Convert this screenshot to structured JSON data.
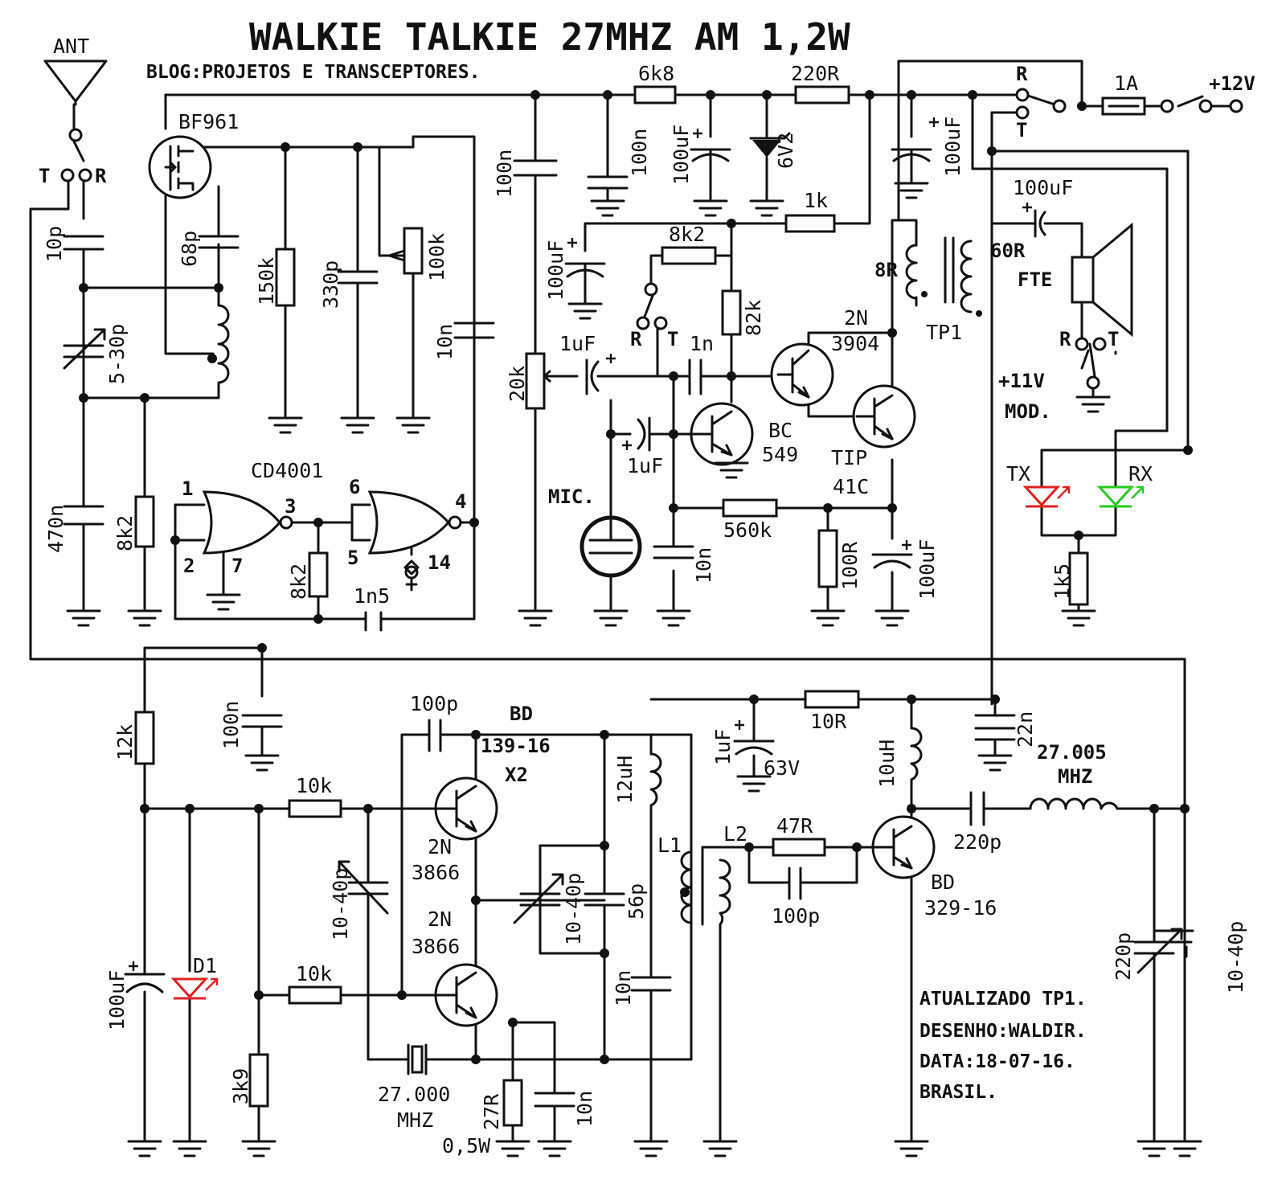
{
  "title": "WALKIE TALKIE 27MHZ AM 1,2W",
  "blog": "BLOG:PROJETOS E TRANSCEPTORES.",
  "notes": [
    "ATUALIZADO TP1.",
    "DESENHO:WALDIR.",
    "DATA:18-07-16.",
    "BRASIL."
  ],
  "colors": {
    "tx_led": "#e02020",
    "rx_led": "#22cc22",
    "d1_led": "#e02020",
    "ink": "#111111"
  },
  "labels": {
    "ant": "ANT",
    "t": "T",
    "r": "R",
    "bf961": "BF961",
    "c10p": "10p",
    "c68p": "68p",
    "r150k": "150k",
    "c330p": "330p",
    "p100k": "100k",
    "c5_30p": "5-30p",
    "c470n": "470n",
    "r8k2_a": "8k2",
    "cd4001": "CD4001",
    "pin1": "1",
    "pin2": "2",
    "pin3": "3",
    "pin4": "4",
    "pin5": "5",
    "pin6": "6",
    "pin7": "7",
    "pin14": "14",
    "r8k2_b": "8k2",
    "c1n5": "1n5",
    "c10n_a": "10n",
    "r6k8": "6k8",
    "r220r": "220R",
    "c100n_b": "100n",
    "c100n_c": "100n",
    "c100uf_a": "100uF",
    "z6v2": "6V2",
    "c100uf_b": "100uF",
    "r1k": "1k",
    "r8k2_c": "8k2",
    "c100uf_c": "100uF",
    "r82k": "82k",
    "p20k": "20k",
    "c1uf_a": "1uF",
    "c1n": "1n",
    "q2n_a": "2N",
    "q3904": "3904",
    "bc": "BC",
    "bc549": "549",
    "c1uf_b": "1uF",
    "mic": "MIC.",
    "tip": "TIP",
    "tip41c": "41C",
    "r560k": "560k",
    "c10n_b": "10n",
    "r100r": "100R",
    "c100uf_d": "100uF",
    "sw_r": "R",
    "sw_t": "T",
    "fuse": "1A",
    "plus12v": "+12V",
    "c100uf_e": "100uF",
    "c100uf_f": "100uF",
    "r60r": "60R",
    "fte": "FTE",
    "r8r": "8R",
    "tp1": "TP1",
    "plus11v": "+11V",
    "mod": "MOD.",
    "tx": "TX",
    "rx": "RX",
    "r1k5": "1k5",
    "r12k": "12k",
    "c100n_d": "100n",
    "c100p_a": "100p",
    "bd": "BD",
    "bd139": "139-16",
    "x2": "X2",
    "r10k_a": "10k",
    "q2n_b": "2N",
    "q3866_a": "3866",
    "c10_40p_a": "10-40p",
    "q2n_c": "2N",
    "q3866_b": "3866",
    "r10k_b": "10k",
    "c100uf_g": "100uF",
    "d1": "D1",
    "r3k9": "3k9",
    "xtal": "27.000",
    "mhz_a": "MHZ",
    "r27r": "27R",
    "w05": "0,5W",
    "c10n_c": "10n",
    "c10_40p_b": "10-40p",
    "c56p": "56p",
    "l12uh": "12uH",
    "c10n_d": "10n",
    "l1": "L1",
    "l2": "L2",
    "c1uf_c": "1uF",
    "v63": "63V",
    "r10r": "10R",
    "r47r": "47R",
    "c100p_b": "100p",
    "l10uh": "10uH",
    "c22n": "22n",
    "bd329": "BD",
    "bd329_16": "329-16",
    "c220p_a": "220p",
    "f27005": "27.005",
    "mhz_b": "MHZ",
    "c220p_b": "220p",
    "c10_40p_c": "10-40p"
  }
}
